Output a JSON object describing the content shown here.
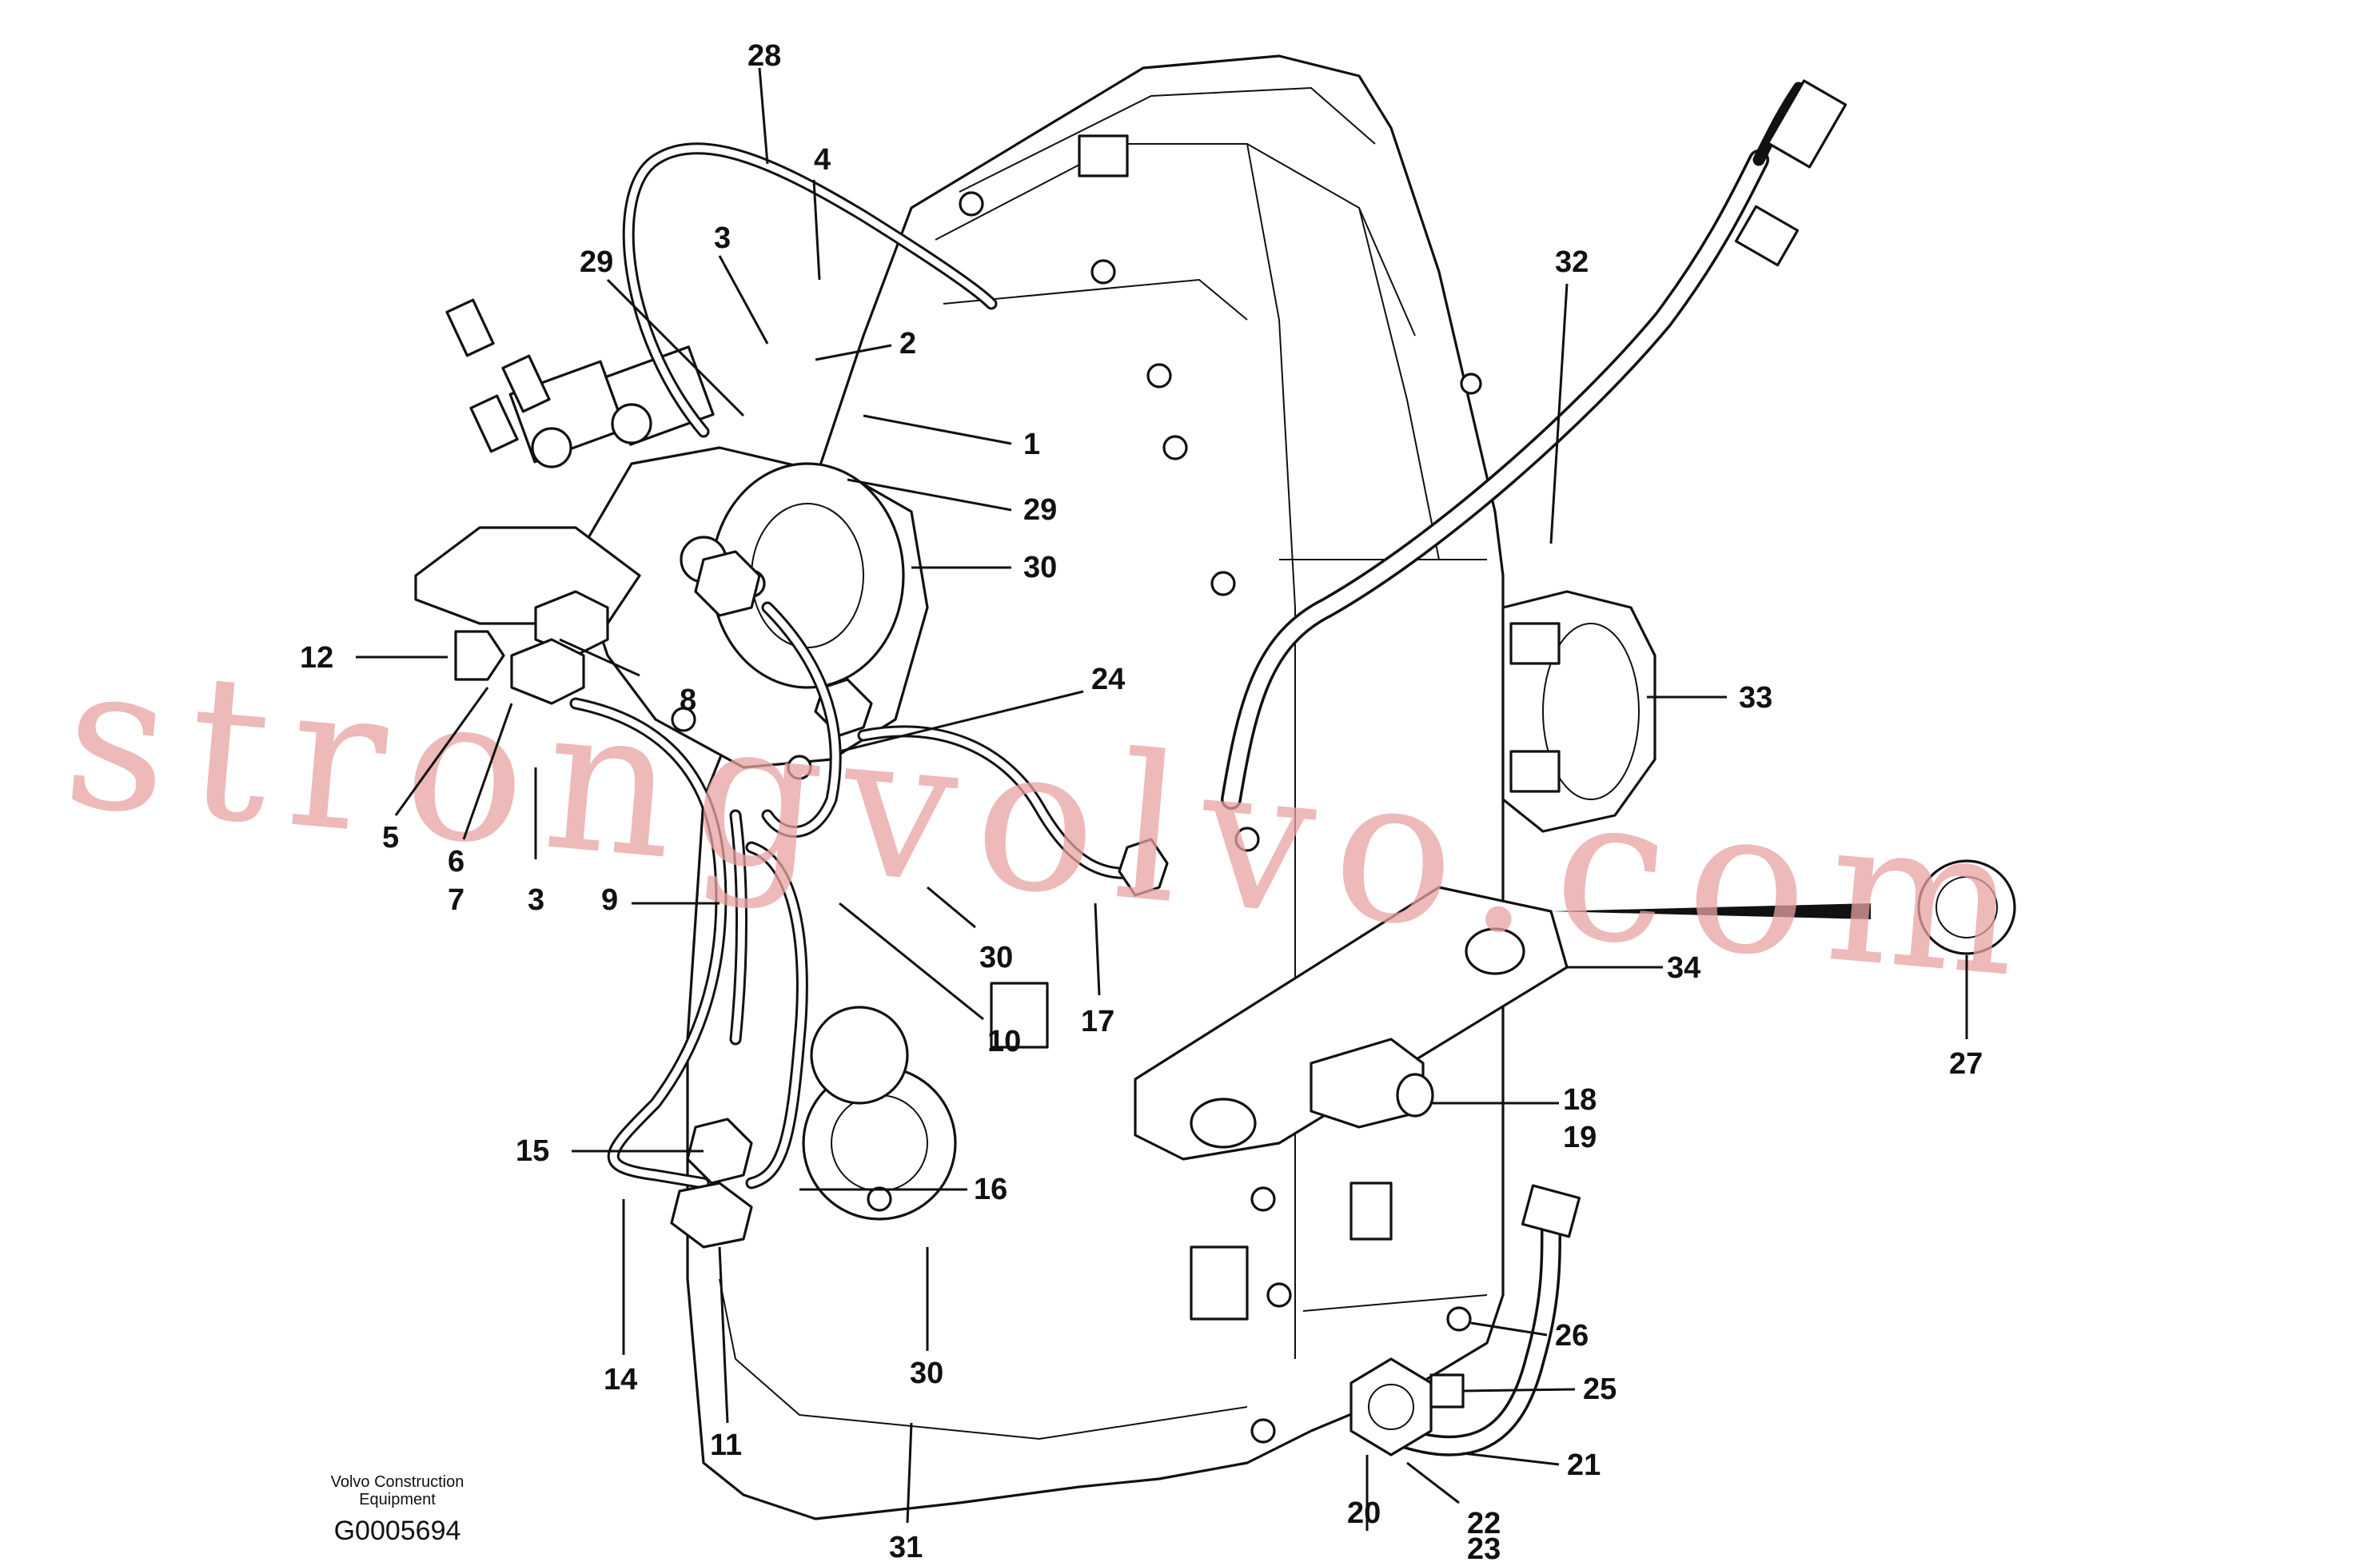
{
  "drawing": {
    "credit_line1": "Volvo Construction",
    "credit_line2": "Equipment",
    "document_number": "G0005694",
    "watermark": "strongvolvo.com"
  },
  "callouts": [
    {
      "id": "c28",
      "label": "28"
    },
    {
      "id": "c4",
      "label": "4"
    },
    {
      "id": "c3a",
      "label": "3"
    },
    {
      "id": "c29a",
      "label": "29"
    },
    {
      "id": "c2",
      "label": "2"
    },
    {
      "id": "c1",
      "label": "1"
    },
    {
      "id": "c29b",
      "label": "29"
    },
    {
      "id": "c30a",
      "label": "30"
    },
    {
      "id": "c32",
      "label": "32"
    },
    {
      "id": "c12",
      "label": "12"
    },
    {
      "id": "c8a",
      "label": "8"
    },
    {
      "id": "c24",
      "label": "24"
    },
    {
      "id": "c33",
      "label": "33"
    },
    {
      "id": "c5",
      "label": "5"
    },
    {
      "id": "c6",
      "label": "6"
    },
    {
      "id": "c7",
      "label": "7"
    },
    {
      "id": "c3b",
      "label": "3"
    },
    {
      "id": "c9",
      "label": "9"
    },
    {
      "id": "c30b",
      "label": "30"
    },
    {
      "id": "c17",
      "label": "17"
    },
    {
      "id": "c10",
      "label": "10"
    },
    {
      "id": "c34",
      "label": "34"
    },
    {
      "id": "c27",
      "label": "27"
    },
    {
      "id": "c18",
      "label": "18"
    },
    {
      "id": "c19",
      "label": "19"
    },
    {
      "id": "c15",
      "label": "15"
    },
    {
      "id": "c16",
      "label": "16"
    },
    {
      "id": "c26",
      "label": "26"
    },
    {
      "id": "c30c",
      "label": "30"
    },
    {
      "id": "c14",
      "label": "14"
    },
    {
      "id": "c25",
      "label": "25"
    },
    {
      "id": "c11",
      "label": "11"
    },
    {
      "id": "c21",
      "label": "21"
    },
    {
      "id": "c31",
      "label": "31"
    },
    {
      "id": "c20",
      "label": "20"
    },
    {
      "id": "c22",
      "label": "22"
    },
    {
      "id": "c23",
      "label": "23"
    }
  ]
}
